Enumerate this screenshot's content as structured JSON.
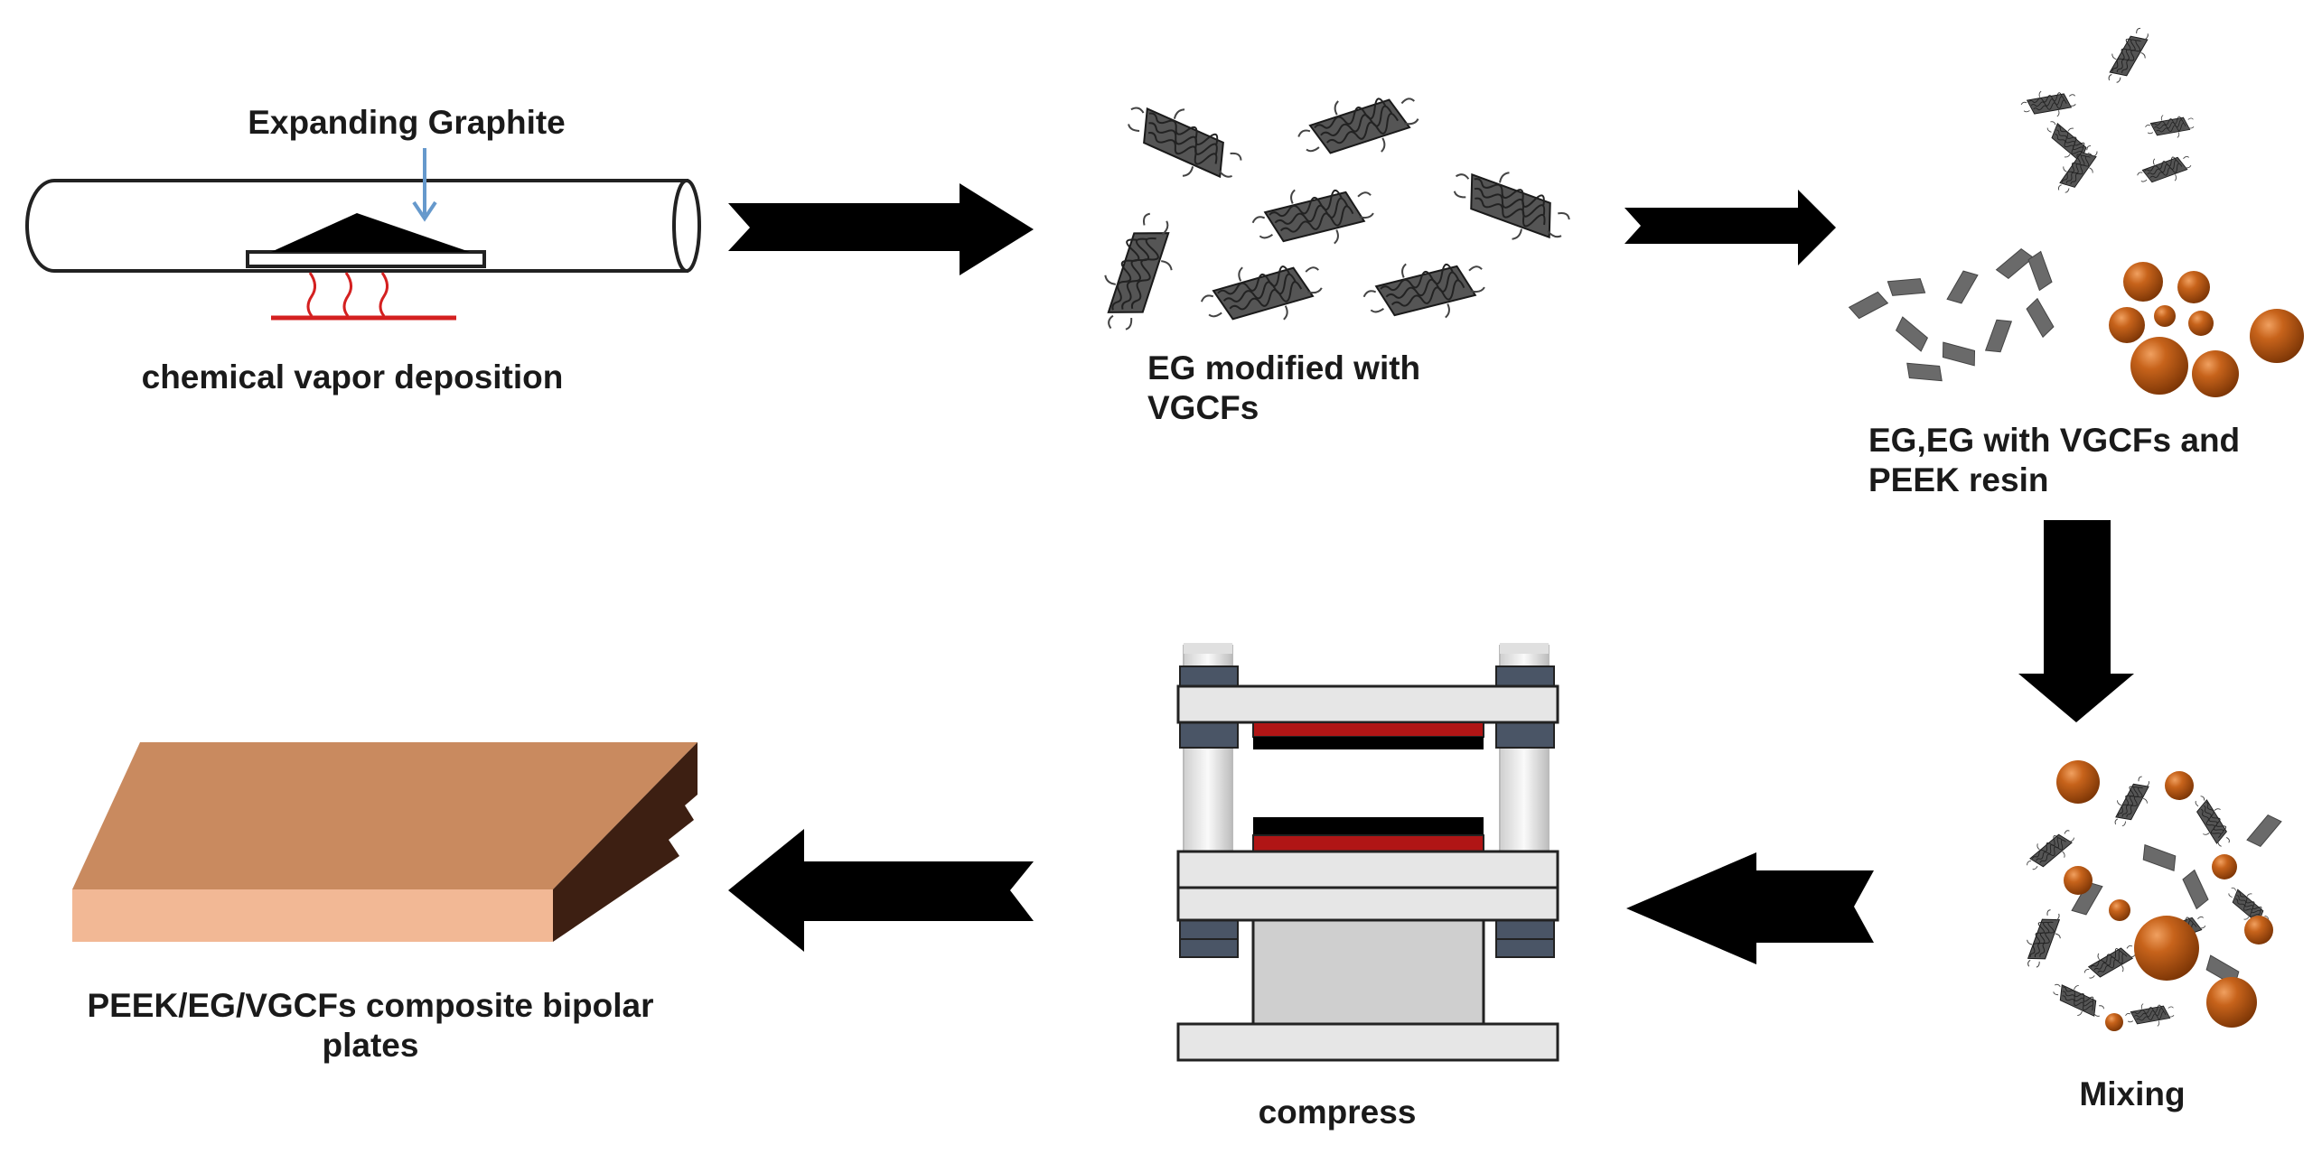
{
  "labels": {
    "expanding_graphite": "Expanding Graphite",
    "cvd": "chemical vapor deposition",
    "eg_modified_line1": "EG modified with",
    "eg_modified_line2": "VGCFs",
    "mix_inputs_line1": "EG,EG with VGCFs and",
    "mix_inputs_line2": "PEEK resin",
    "mixing": "Mixing",
    "compress": "compress",
    "product_line1": "PEEK/EG/VGCFs composite bipolar",
    "product_line2": "plates"
  },
  "colors": {
    "arrow": "#000000",
    "flake": "#555555",
    "fiber": "#333333",
    "resin_ball": "#b5520f",
    "heater": "#d42020",
    "gas_arrow": "#6699cc",
    "press_frame": "#e6e6e6",
    "press_clamp": "#4a5566",
    "press_heater": "#b01515",
    "plate_top": "#c98a5f",
    "plate_front": "#f2b895",
    "plate_side": "#3d1f12"
  },
  "icons": [
    "tube-furnace-icon",
    "graphite-flake-icon",
    "resin-ball-icon",
    "hot-press-icon",
    "bipolar-plate-icon",
    "flow-arrow-icon"
  ]
}
